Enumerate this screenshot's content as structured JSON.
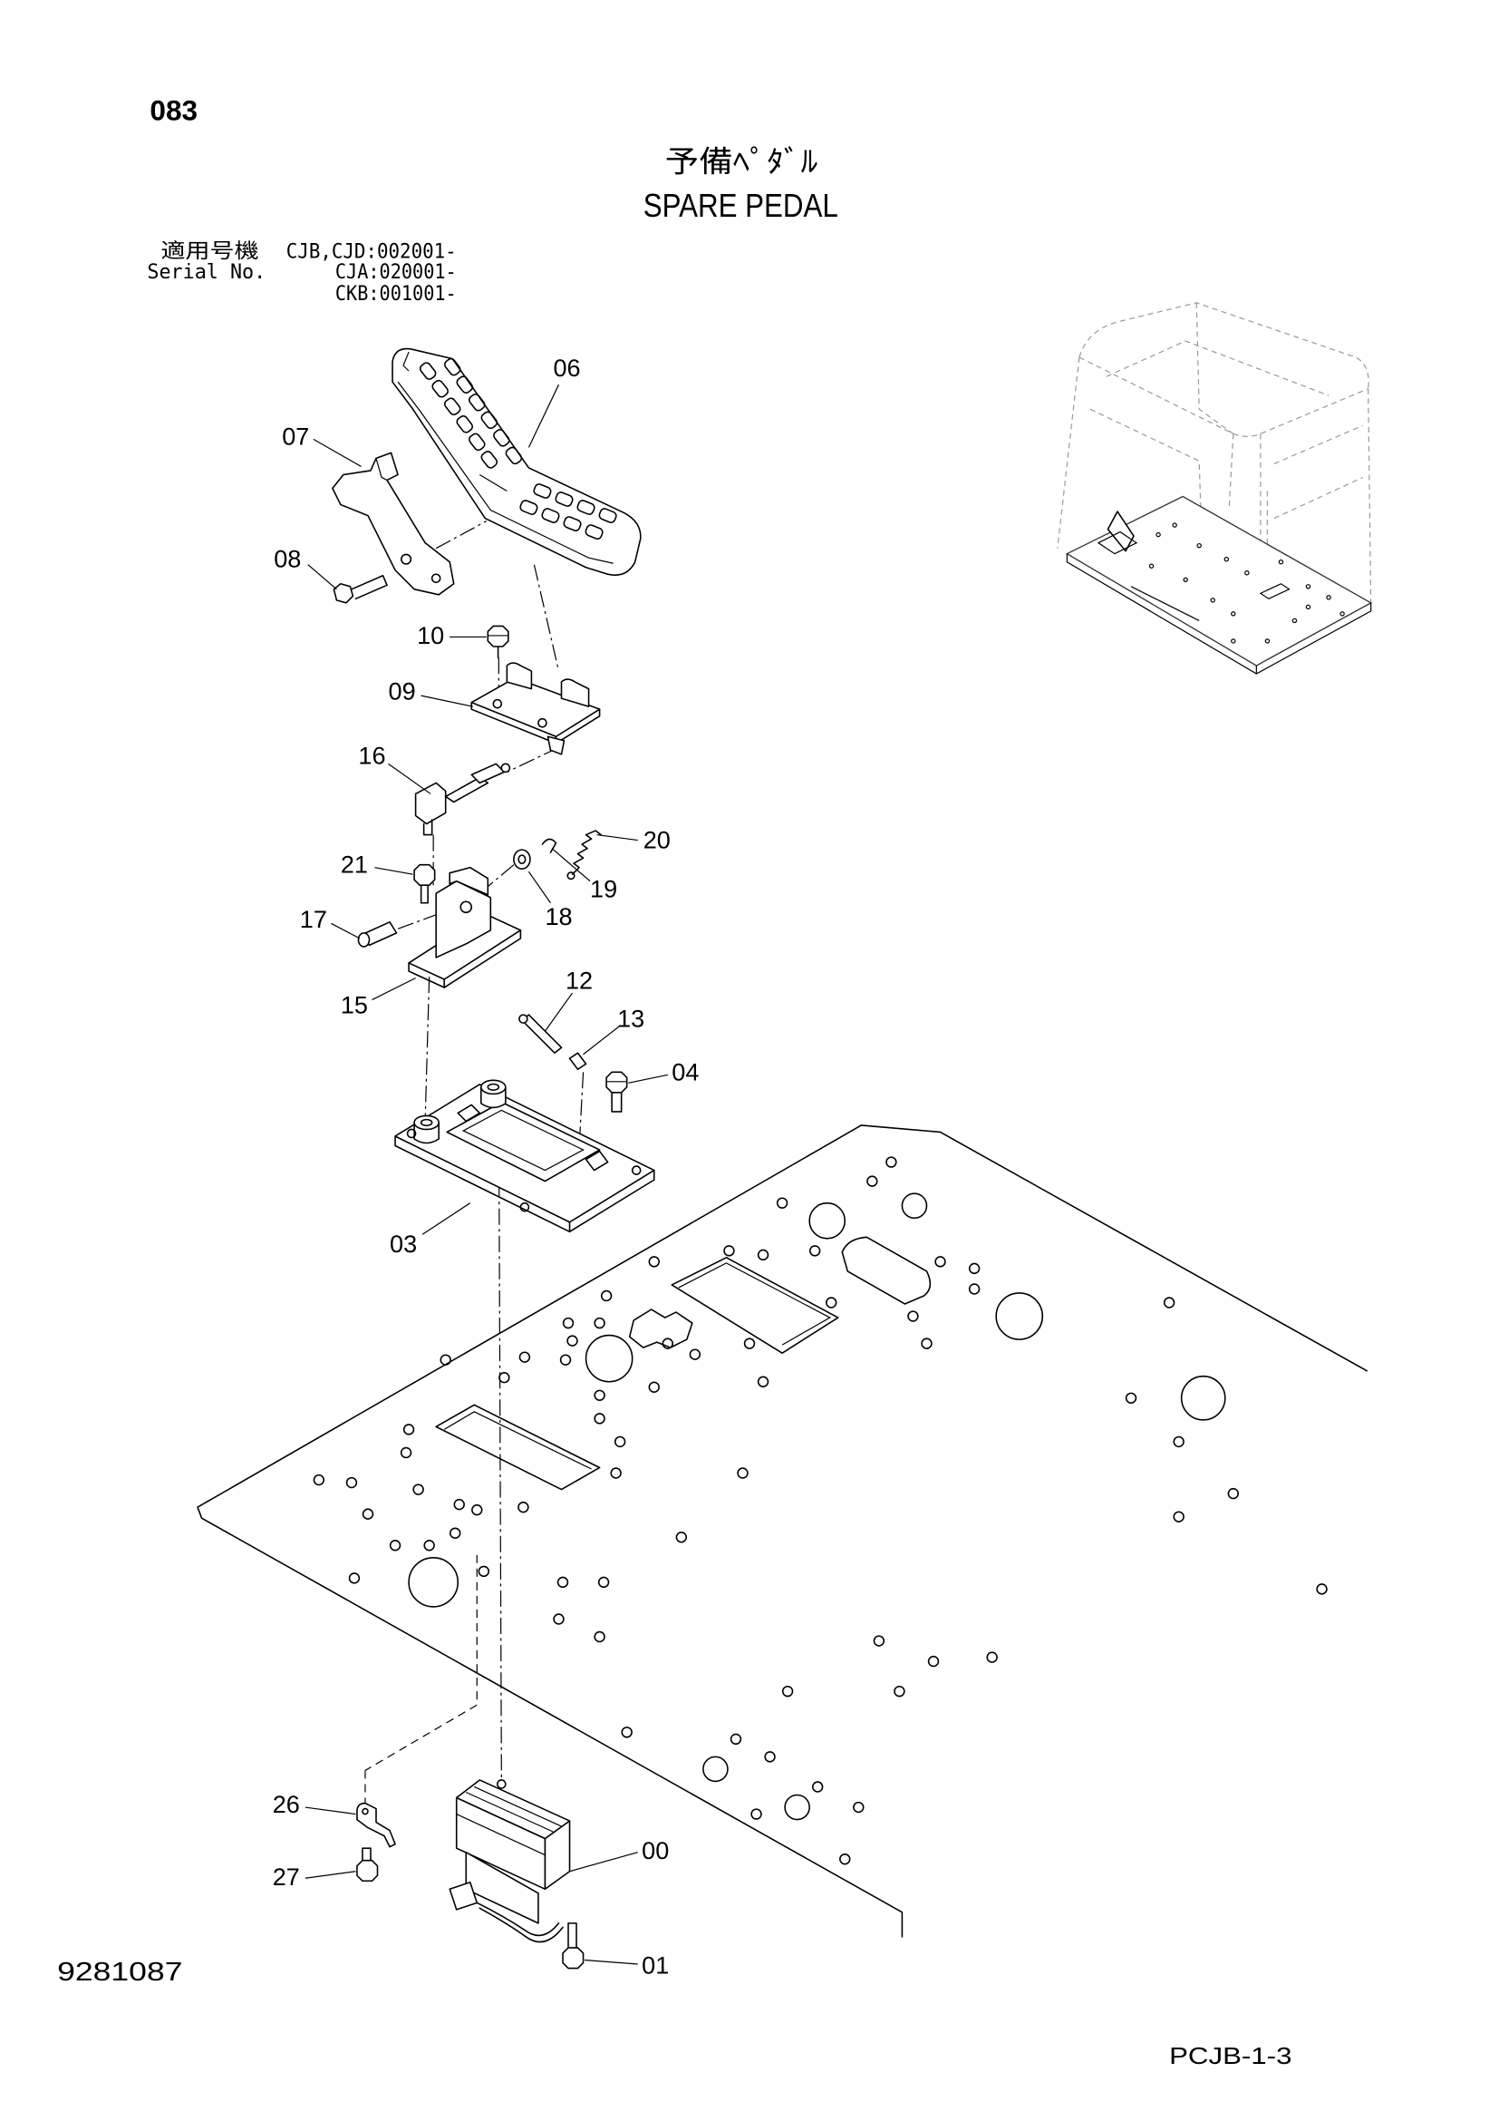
{
  "page_number": "083",
  "title_jp": "予備ﾍﾟﾀﾞﾙ",
  "title_en": "SPARE PEDAL",
  "serial": {
    "label_jp": "適用号機",
    "label_en": "Serial No.",
    "values": [
      "CJB,CJD:002001-",
      "CJA:020001-",
      "CKB:001001-"
    ]
  },
  "callouts": [
    "06",
    "07",
    "08",
    "10",
    "09",
    "16",
    "20",
    "21",
    "19",
    "17",
    "18",
    "15",
    "12",
    "13",
    "04",
    "03",
    "26",
    "00",
    "27",
    "01"
  ],
  "drawing_number": "9281087",
  "sheet_code": "PCJB-1-3"
}
